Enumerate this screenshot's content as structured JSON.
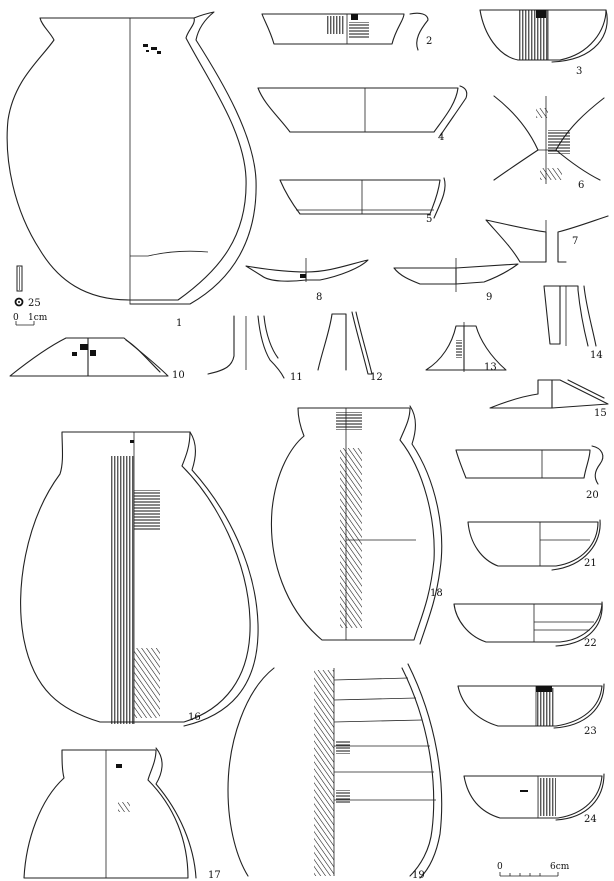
{
  "figure": {
    "labels": [
      "1",
      "2",
      "3",
      "4",
      "5",
      "6",
      "7",
      "8",
      "9",
      "10",
      "11",
      "12",
      "13",
      "14",
      "15",
      "16",
      "17",
      "18",
      "19",
      "20",
      "21",
      "22",
      "23",
      "24",
      "25"
    ],
    "scale_small": {
      "zero": "0",
      "unit": "1cm"
    },
    "scale_large": {
      "zero": "0",
      "unit": "6cm"
    }
  }
}
